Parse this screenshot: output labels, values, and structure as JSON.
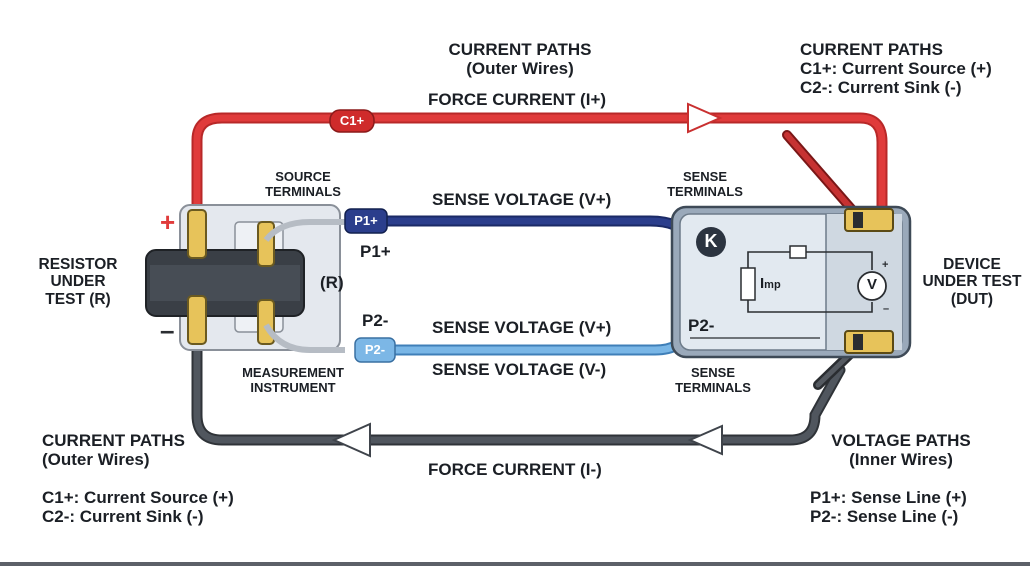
{
  "top_center": {
    "heading": "CURRENT PATHS",
    "sub": "(Outer Wires)",
    "force": "FORCE CURRENT (I+)"
  },
  "top_right": {
    "heading": "CURRENT PATHS",
    "line1": "C1+: Current Source (+)",
    "line2": "C2-: Current Sink (-)"
  },
  "resistor": {
    "line1": "RESISTOR",
    "line2": "UNDER",
    "line3": "TEST (R)",
    "r_label": "(R)",
    "plus": "+",
    "minus": "–"
  },
  "source_terminals": {
    "line1": "SOURCE",
    "line2": "TERMINALS"
  },
  "measurement_instrument": {
    "line1": "MEASUREMENT",
    "line2": "INSTRUMENT"
  },
  "sense_terminals_top": {
    "line1": "SENSE",
    "line2": "TERMINALS"
  },
  "sense_terminals_bottom": {
    "line1": "SENSE",
    "line2": "TERMINALS"
  },
  "wires": {
    "c1_tag": "C1+",
    "p1_tag": "P1+",
    "p1_label": "P1+",
    "p2_tag": "P2-",
    "p2_label": "P2-",
    "sense_v_plus_top": "SENSE VOLTAGE (V+)",
    "sense_v_plus_mid": "SENSE VOLTAGE (V+)",
    "sense_v_minus": "SENSE VOLTAGE (V-)",
    "force_minus": "FORCE CURRENT (I-)"
  },
  "dut": {
    "logo": "K",
    "imp": "I",
    "imp_sub": "mp",
    "voltmeter": "V",
    "p2_label": "P2-",
    "line1": "DEVICE",
    "line2": "UNDER TEST",
    "line3": "(DUT)"
  },
  "bottom_left": {
    "heading": "CURRENT PATHS",
    "sub": "(Outer Wires)",
    "line1": "C1+: Current Source (+)",
    "line2": "C2-: Current Sink (-)"
  },
  "bottom_right": {
    "heading": "VOLTAGE PATHS",
    "sub": "(Inner Wires)",
    "line1": "P1+: Sense Line (+)",
    "line2": "P2-: Sense Line (-)"
  },
  "colors": {
    "force_plus": "#e03b3b",
    "force_minus": "#4a5058",
    "sense_plus": "#2b3e8c",
    "sense_minus": "#5a9ed6",
    "dut_body": "#d8e2ec",
    "terminal_gold": "#e7c35a"
  }
}
